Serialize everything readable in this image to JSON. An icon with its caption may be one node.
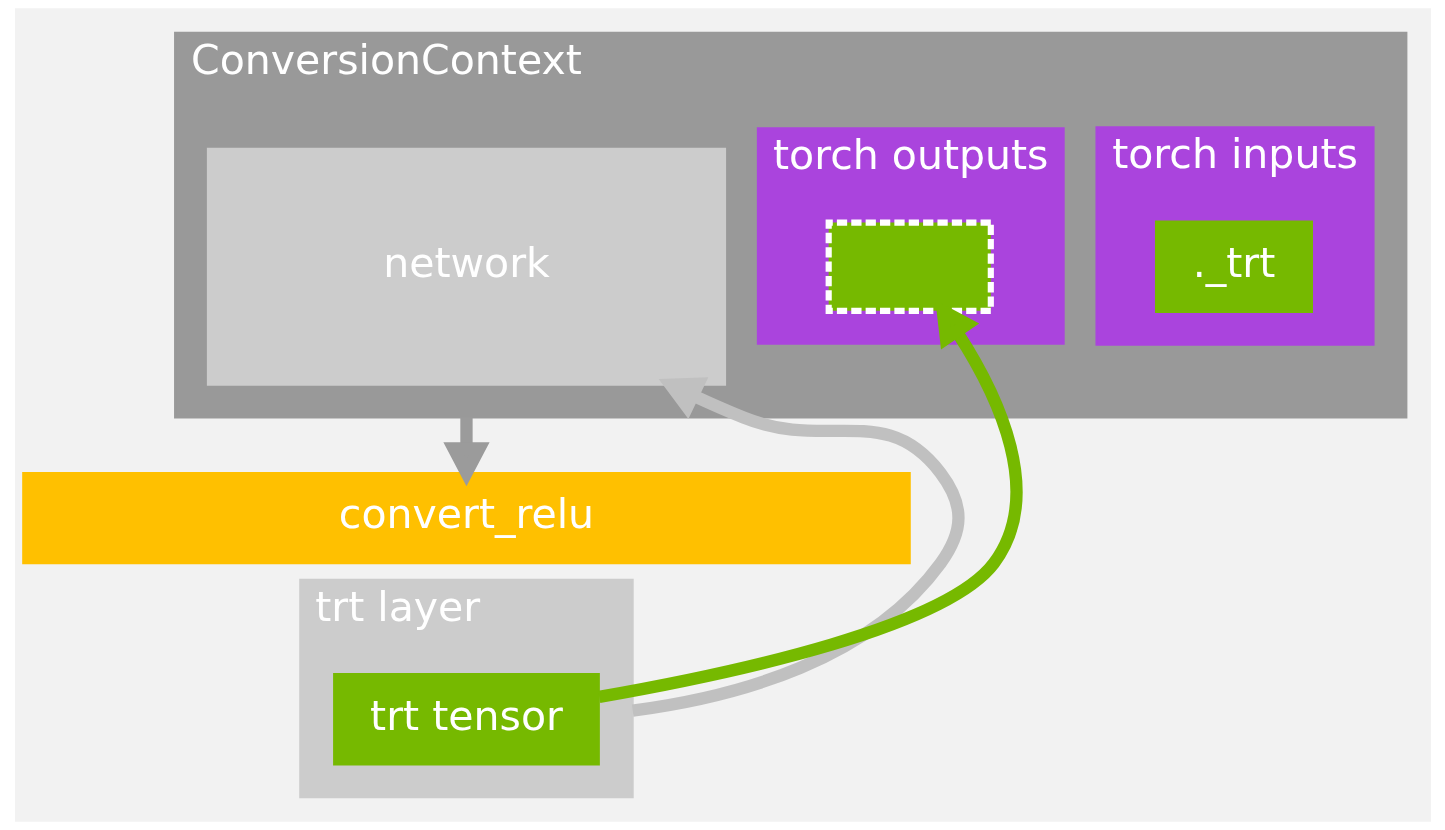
{
  "diagram": {
    "nodes": [
      {
        "text": [
          "ConversionContext"
        ]
      },
      {
        "text": [
          "network"
        ],
        "in": 0
      },
      {
        "text": [
          "torch inputs"
        ],
        "in": 0
      },
      {
        "text": [
          "._trt"
        ],
        "in": 2
      },
      {
        "text": [
          "torch outputs"
        ],
        "in": 0
      },
      {
        "text": [],
        "shape": "box",
        "in": 4
      },
      {
        "text": [
          "convert_relu"
        ]
      },
      {
        "text": [
          "trt layer"
        ]
      },
      {
        "text": [
          "trt tensor"
        ],
        "in": 7
      }
    ],
    "edges": [
      {
        "from": 0,
        "to": 6,
        "arrow": "to",
        "color": "#9b9b9b"
      },
      {
        "from": 7,
        "to": 1,
        "arrow": "to",
        "color": "#c0c0c0"
      },
      {
        "from": 8,
        "to": 5,
        "arrow": "to",
        "color": "#76b900"
      }
    ]
  }
}
